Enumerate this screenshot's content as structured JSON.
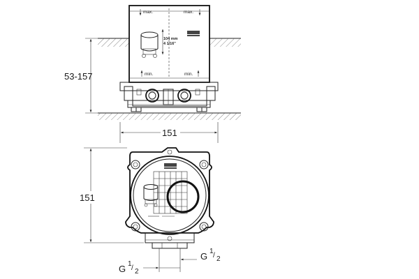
{
  "dimensions": {
    "depth": "53-157",
    "width_top": "151",
    "height_side": "151",
    "connection_left": "G",
    "connection_right": "G",
    "fraction_num": "1",
    "fraction_den": "2"
  },
  "labels": {
    "max_left": "max.",
    "max_right": "max.",
    "min_left": "min.",
    "min_right": "min.",
    "inner_mm": "104 mm",
    "inner_in": "4 1/16\""
  },
  "logo": {
    "text": "GROHE"
  }
}
